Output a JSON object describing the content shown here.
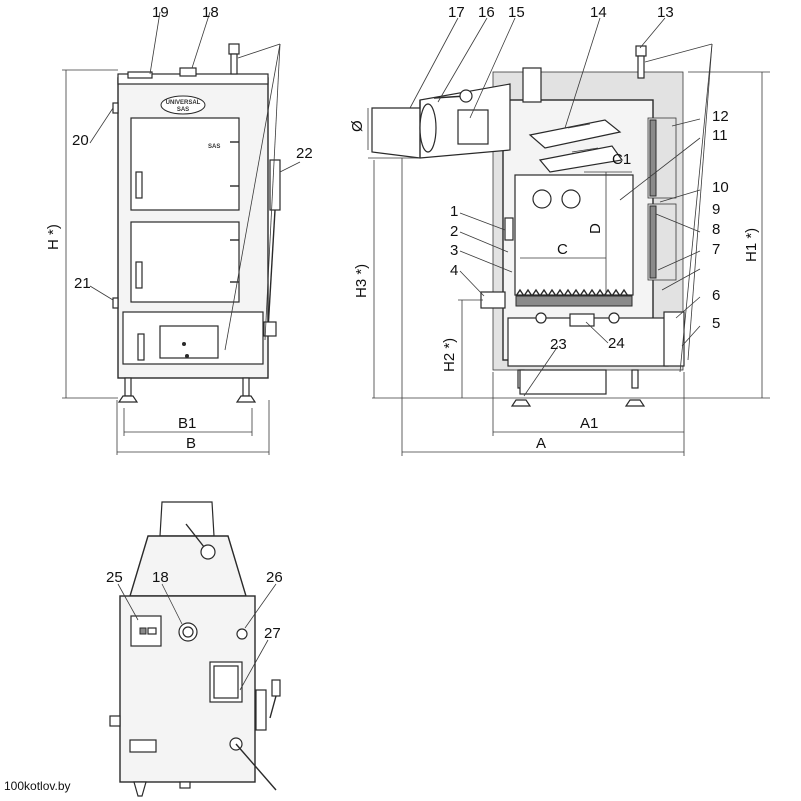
{
  "callouts": {
    "c1": "1",
    "c2": "2",
    "c3": "3",
    "c4": "4",
    "c5": "5",
    "c6": "6",
    "c7": "7",
    "c8": "8",
    "c9": "9",
    "c10": "10",
    "c11": "11",
    "c12": "12",
    "c13": "13",
    "c14": "14",
    "c15": "15",
    "c16": "16",
    "c17": "17",
    "c18": "18",
    "c19": "19",
    "c20": "20",
    "c21": "21",
    "c22": "22",
    "c23": "23",
    "c24": "24",
    "c25": "25",
    "c26": "26",
    "c27": "27",
    "c18b": "18"
  },
  "dimensions": {
    "H": "H *)",
    "H1": "H1 *)",
    "H2": "H2 *)",
    "H3": "H3 *)",
    "A": "A",
    "A1": "A1",
    "B": "B",
    "B1": "B1",
    "C": "C",
    "C1": "C1",
    "D": "D",
    "phi": "Ø"
  },
  "logo_text": "UNIVERSAL",
  "logo_sub": "SAS",
  "door_mark": "SAS",
  "watermark": "100kotlov.by"
}
